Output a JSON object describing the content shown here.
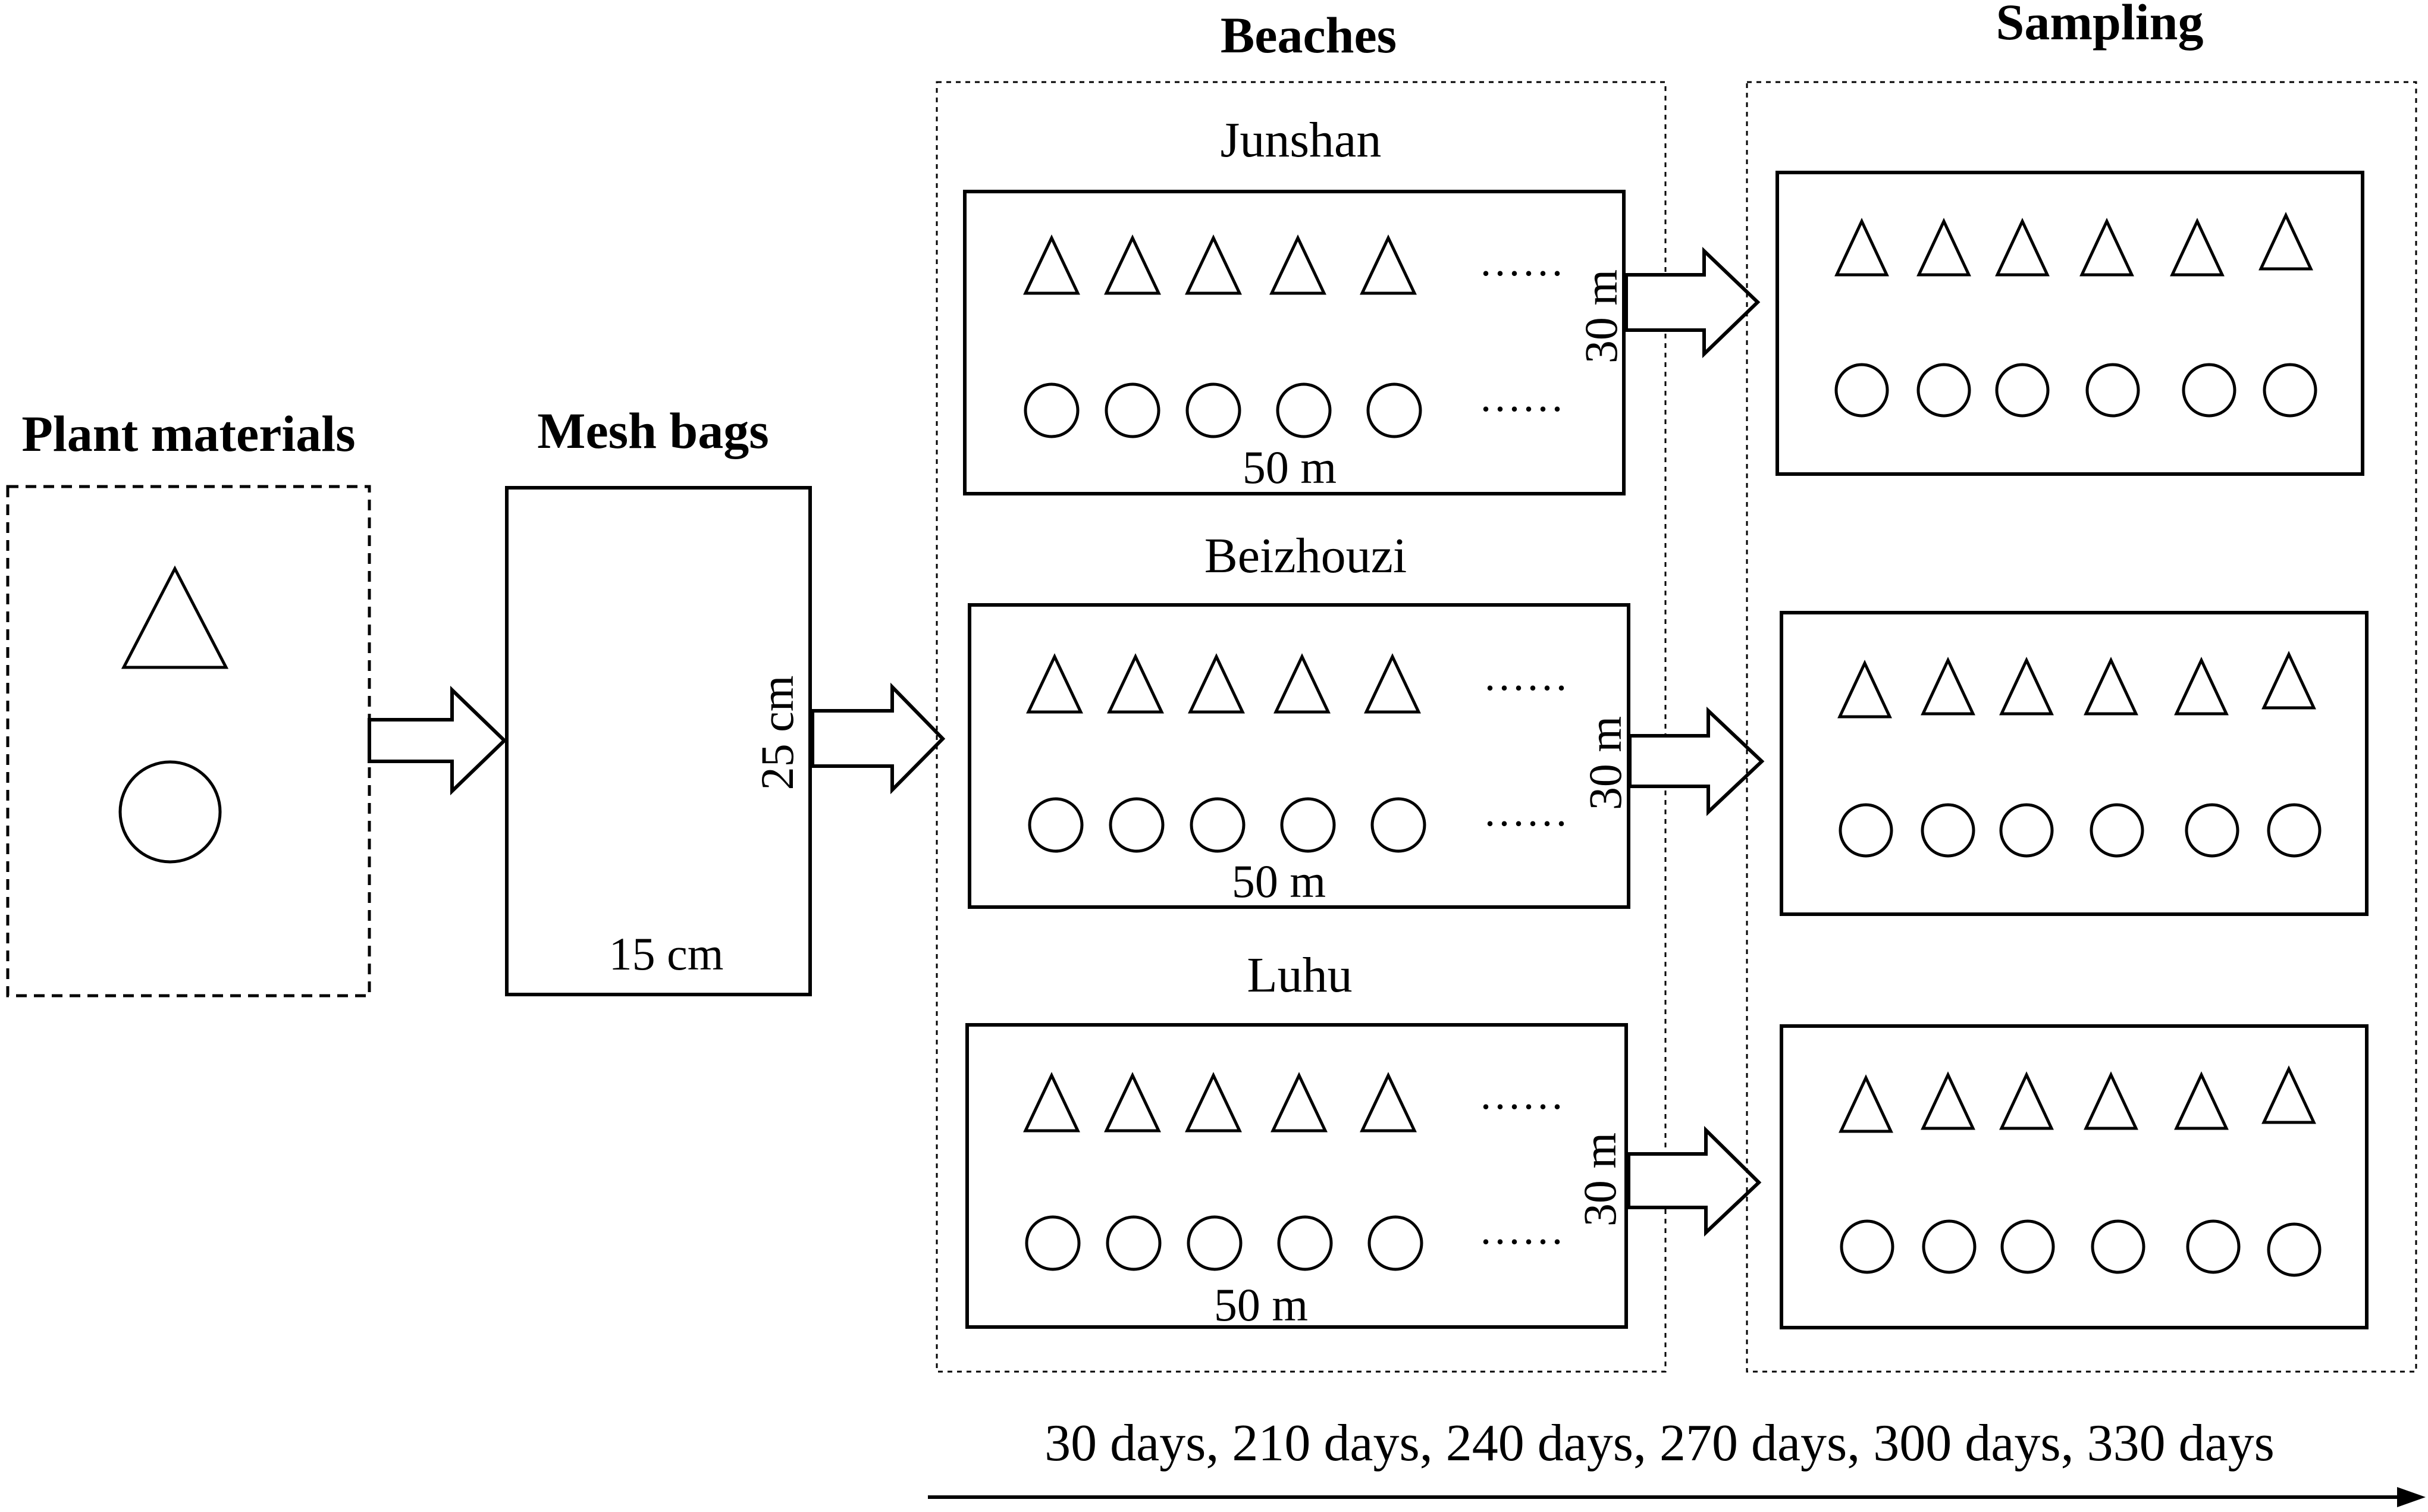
{
  "headings": {
    "plant_materials": "Plant materials",
    "mesh_bags": "Mesh bags",
    "beaches": "Beaches",
    "sampling": "Sampling"
  },
  "mesh_bag": {
    "width_label": "15 cm",
    "height_label": "25 cm"
  },
  "beaches": [
    {
      "name": "Junshan",
      "width_label": "50 m",
      "height_label": "30 m",
      "more": "......"
    },
    {
      "name": "Beizhouzi",
      "width_label": "50 m",
      "height_label": "30 m",
      "more": "......"
    },
    {
      "name": "Luhu",
      "width_label": "50 m",
      "height_label": "30 m",
      "more": "......"
    }
  ],
  "timeline": {
    "label": "30 days, 210 days, 240 days, 270 days, 300 days, 330 days"
  },
  "symbols": {
    "triangle": "triangle-icon",
    "circle": "circle-icon"
  }
}
